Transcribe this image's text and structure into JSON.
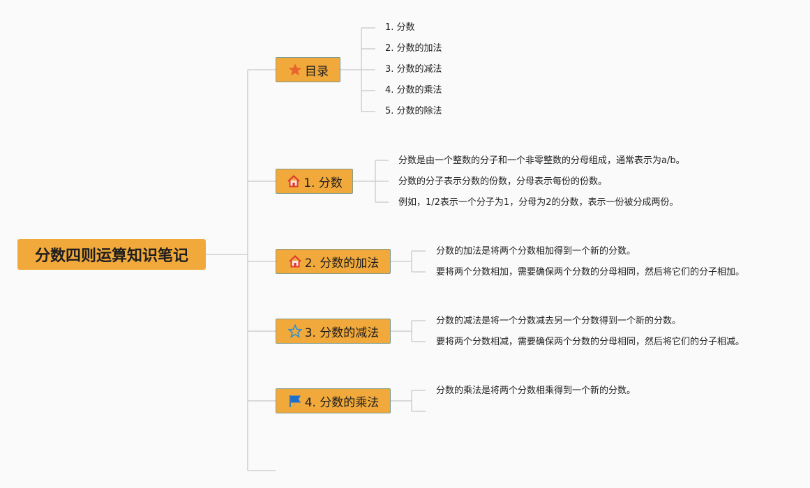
{
  "root": {
    "title": "分数四则运算知识笔记"
  },
  "branches": [
    {
      "label": "目录",
      "icon": "star-icon",
      "children": [
        "1. 分数",
        "2. 分数的加法",
        "3. 分数的减法",
        "4. 分数的乘法",
        "5. 分数的除法"
      ]
    },
    {
      "label": "1. 分数",
      "icon": "house-icon",
      "children": [
        "分数是由一个整数的分子和一个非零整数的分母组成，通常表示为a/b。",
        "分数的分子表示分数的份数，分母表示每份的份数。",
        "例如，1/2表示一个分子为1，分母为2的分数，表示一份被分成两份。"
      ]
    },
    {
      "label": "2. 分数的加法",
      "icon": "house-icon",
      "children": [
        "分数的加法是将两个分数相加得到一个新的分数。",
        "要将两个分数相加，需要确保两个分数的分母相同，然后将它们的分子相加。"
      ]
    },
    {
      "label": "3. 分数的减法",
      "icon": "star-outline-icon",
      "children": [
        "分数的减法是将一个分数减去另一个分数得到一个新的分数。",
        "要将两个分数相减，需要确保两个分数的分母相同，然后将它们的分子相减。"
      ]
    },
    {
      "label": "4. 分数的乘法",
      "icon": "flag-icon",
      "children": [
        "分数的乘法是将两个分数相乘得到一个新的分数。"
      ]
    }
  ],
  "colors": {
    "node": "#f2a93b",
    "line": "#c8c8c8",
    "star": "#e8642c",
    "house": "#e03a2e",
    "outline_star": "#2f8fc8",
    "flag": "#1a6fd1"
  }
}
